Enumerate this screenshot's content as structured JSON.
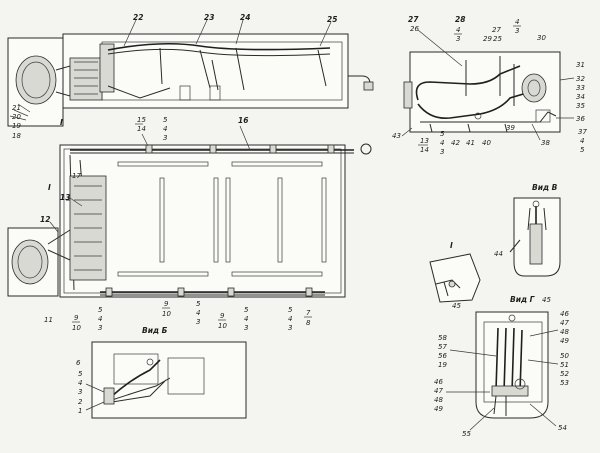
{
  "views": {
    "top_left_label": "I",
    "mid_label": "I",
    "view_b": "Вид Б",
    "view_v": "Вид В",
    "view_g": "Вид Г",
    "view_i": "I"
  },
  "labels": {
    "l22": "22",
    "l23": "23",
    "l24": "24",
    "l25a": "25",
    "l21": "21",
    "l20": "20",
    "l19": "19",
    "l18": "18",
    "l26": "26",
    "l27a": "27",
    "l28": "28",
    "l4a": "4",
    "l3a": "3",
    "l27b": "27",
    "l29": "29",
    "l25b": "25",
    "l4b": "4",
    "l3b": "3",
    "l30": "30",
    "l31": "31",
    "l32": "32",
    "l33": "33",
    "l34": "34",
    "l35": "35",
    "l36": "36",
    "l37": "37",
    "l4c": "4",
    "l5c": "5",
    "l43": "43",
    "l13a": "13",
    "l14a": "14",
    "l5d": "5",
    "l4d": "4",
    "l3d": "3",
    "l42": "42",
    "l41": "41",
    "l40": "40",
    "l39": "39",
    "l38": "38",
    "l15": "15",
    "l14b": "14",
    "l5e": "5",
    "l4e": "4",
    "l3e": "3",
    "l16": "16",
    "l17": "17",
    "l13b": "13",
    "l12": "12",
    "l11": "11",
    "l9a": "9",
    "l10a": "10",
    "l5f": "5",
    "l4f": "4",
    "l3f": "3",
    "l9b": "9",
    "l10b": "10",
    "l5g": "5",
    "l4g": "4",
    "l3g": "3",
    "l9c": "9",
    "l10c": "10",
    "l5h": "5",
    "l4h": "4",
    "l3h": "3",
    "l5i": "5",
    "l4i": "4",
    "l3i": "3",
    "l7": "7",
    "l8": "8",
    "l44": "44",
    "l45a": "45",
    "l45b": "45",
    "l46a": "46",
    "l47": "47",
    "l48": "48",
    "l49a": "49",
    "l50": "50",
    "l51": "51",
    "l52": "52",
    "l53": "53",
    "l58": "58",
    "l57": "57",
    "l56": "56",
    "l59": "19",
    "l46b": "46",
    "l47b": "47",
    "l48b": "48",
    "l49b": "49",
    "l55": "55",
    "l54": "54",
    "l5j": "5",
    "l3j": "3",
    "l4j": "4",
    "l6": "6",
    "l2": "2",
    "l1": "1"
  }
}
